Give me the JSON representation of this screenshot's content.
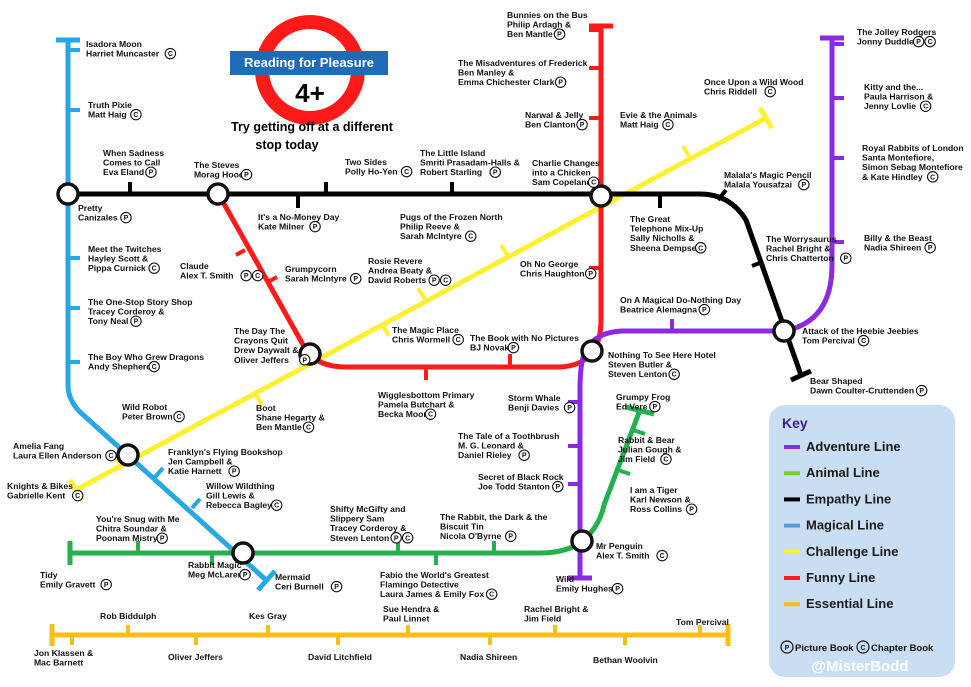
{
  "header": {
    "logo_label": "Reading for Pleasure",
    "age": "4+",
    "tagline_1": "Try getting off at a different",
    "tagline_2": "stop today"
  },
  "colors": {
    "adventure": "#8a2be2",
    "animal": "#22b14c",
    "empathy": "#000000",
    "magical": "#29a6e6",
    "challenge": "#ffef33",
    "funny": "#ff1a1a",
    "essential": "#f7bf17",
    "key_bg": "#c9def2"
  },
  "key": {
    "heading": "Key",
    "lines": [
      {
        "name": "Adventure Line",
        "color": "#8a2be2"
      },
      {
        "name": "Animal Line",
        "color": "#7ccf2e"
      },
      {
        "name": "Empathy Line",
        "color": "#000000"
      },
      {
        "name": "Magical Line",
        "color": "#5b9bd5"
      },
      {
        "name": "Challenge Line",
        "color": "#ffef33"
      },
      {
        "name": "Funny Line",
        "color": "#ff1a1a"
      },
      {
        "name": "Essential Line",
        "color": "#f7bf17"
      }
    ],
    "picture_mark": "P",
    "picture_label": "Picture Book",
    "chapter_mark": "C",
    "chapter_label": "Chapter Book",
    "handle": "@MisterBodd"
  },
  "stations": [
    {
      "id": "isadora",
      "lines": [
        "Isadora Moon",
        "Harriet Muncaster"
      ],
      "mark": "C"
    },
    {
      "id": "truth-pixie",
      "lines": [
        "Truth Pixie",
        "Matt Haig"
      ],
      "mark": "C"
    },
    {
      "id": "pretty",
      "lines": [
        "Pretty",
        "Canizales"
      ],
      "mark": "P"
    },
    {
      "id": "twitches",
      "lines": [
        "Meet the Twitches",
        "Hayley Scott &",
        "Pippa Curnick"
      ],
      "mark": "C"
    },
    {
      "id": "one-stop",
      "lines": [
        "The One-Stop Story Shop",
        "Tracey Corderoy &",
        "Tony Neal"
      ],
      "mark": "P"
    },
    {
      "id": "dragons",
      "lines": [
        "The Boy Who Grew Dragons",
        "Andy Shepherd"
      ],
      "mark": "C"
    },
    {
      "id": "wild-robot",
      "lines": [
        "Wild Robot",
        "Peter Brown"
      ],
      "mark": "C"
    },
    {
      "id": "amelia",
      "lines": [
        "Amelia Fang",
        "Laura Ellen Anderson"
      ],
      "mark": "C"
    },
    {
      "id": "knights",
      "lines": [
        "Knights & Bikes",
        "Gabrielle Kent"
      ],
      "mark": "C"
    },
    {
      "id": "franklin",
      "lines": [
        "Franklyn's Flying Bookshop",
        "Jen Campbell &",
        "Katie Harnett"
      ],
      "mark": "P"
    },
    {
      "id": "willow",
      "lines": [
        "Willow Wildthing",
        "Gill Lewis &",
        "Rebecca Bagley"
      ],
      "mark": "C"
    },
    {
      "id": "snug",
      "lines": [
        "You're Snug with Me",
        "Chitra Soundar &",
        "Poonam Mistry"
      ],
      "mark": "P"
    },
    {
      "id": "tidy",
      "lines": [
        "Tidy",
        "Emily Gravett"
      ],
      "mark": "P"
    },
    {
      "id": "rabbit-magic",
      "lines": [
        "Rabbit Magic",
        "Meg McLaren"
      ],
      "mark": "P"
    },
    {
      "id": "mermaid",
      "lines": [
        "Mermaid",
        "Ceri Burnell"
      ],
      "mark": "P"
    },
    {
      "id": "sadness",
      "lines": [
        "When Sadness",
        "Comes to Call",
        "Eva Eland"
      ],
      "mark": "P"
    },
    {
      "id": "steves",
      "lines": [
        "The Steves",
        "Morag Hood"
      ],
      "mark": "P"
    },
    {
      "id": "two-sides",
      "lines": [
        "Two Sides",
        "Polly Ho-Yen"
      ],
      "mark": "C"
    },
    {
      "id": "little-island",
      "lines": [
        "The Little Island",
        "Smriti Prasadam-Halls &",
        "Robert Starling"
      ],
      "mark": "P"
    },
    {
      "id": "charlie",
      "lines": [
        "Charlie Changes",
        "into a Chicken",
        "Sam Copeland"
      ],
      "mark": "C"
    },
    {
      "id": "no-money",
      "lines": [
        "It's a No-Money Day",
        "Kate Milner"
      ],
      "mark": "P"
    },
    {
      "id": "pugs",
      "lines": [
        "Pugs of the Frozen North",
        "Philip Reeve &",
        "Sarah McIntyre"
      ],
      "mark": "C"
    },
    {
      "id": "claude",
      "lines": [
        "Claude",
        "Alex T. Smith"
      ],
      "mark": "PC"
    },
    {
      "id": "grumpycorn",
      "lines": [
        "Grumpycorn",
        "Sarah McIntyre"
      ],
      "mark": "P"
    },
    {
      "id": "rosie",
      "lines": [
        "Rosie Revere",
        "Andrea Beaty &",
        "David Roberts"
      ],
      "mark": "PC"
    },
    {
      "id": "magic-place",
      "lines": [
        "The Magic Place",
        "Chris Wormell"
      ],
      "mark": "C"
    },
    {
      "id": "crayons",
      "lines": [
        "The Day The",
        "Crayons Quit",
        "Drew Daywalt &",
        "Oliver Jeffers"
      ],
      "mark": "P"
    },
    {
      "id": "boot",
      "lines": [
        "Boot",
        "Shane Hegarty &",
        "Ben Mantle"
      ],
      "mark": "C"
    },
    {
      "id": "wigglesbottom",
      "lines": [
        "Wigglesbottom Primary",
        "Pamela Butchart &",
        "Becka Moor"
      ],
      "mark": "C"
    },
    {
      "id": "no-pictures",
      "lines": [
        "The Book with No Pictures",
        "BJ Novak"
      ],
      "mark": "P"
    },
    {
      "id": "oh-no-george",
      "lines": [
        "Oh No George",
        "Chris Haughton"
      ],
      "mark": "P"
    },
    {
      "id": "bunnies",
      "lines": [
        "Bunnies on the Bus",
        "Philip Ardagh &",
        "Ben Mantle"
      ],
      "mark": "P"
    },
    {
      "id": "frederick",
      "lines": [
        "The Misadventures of Frederick",
        "Ben Manley &",
        "Emma Chichester Clark"
      ],
      "mark": "P"
    },
    {
      "id": "narwal",
      "lines": [
        "Narwal & Jelly",
        "Ben Clanton"
      ],
      "mark": "P"
    },
    {
      "id": "evie",
      "lines": [
        "Evie & the Animals",
        "Matt Haig"
      ],
      "mark": "C"
    },
    {
      "id": "wild-wood",
      "lines": [
        "Once Upon a Wild Wood",
        "Chris Riddell"
      ],
      "mark": "C"
    },
    {
      "id": "malala",
      "lines": [
        "Malala's Magic Pencil",
        "Malala Yousafzai"
      ],
      "mark": "P"
    },
    {
      "id": "telephone",
      "lines": [
        "The Great",
        "Telephone Mix-Up",
        "Sally Nicholls &",
        "Sheena Dempsey"
      ],
      "mark": "C"
    },
    {
      "id": "worrysaurus",
      "lines": [
        "The Worrysaurus",
        "Rachel Bright &",
        "Chris Chatterton"
      ],
      "mark": "P"
    },
    {
      "id": "do-nothing",
      "lines": [
        "On A Magical Do-Nothing Day",
        "Beatrice Alemagna"
      ],
      "mark": "P"
    },
    {
      "id": "heebie",
      "lines": [
        "Attack of the Heebie Jeebies",
        "Tom Percival"
      ],
      "mark": "C"
    },
    {
      "id": "bear-shaped",
      "lines": [
        "Bear Shaped",
        "Dawn Coulter-Cruttenden"
      ],
      "mark": "P"
    },
    {
      "id": "jolley",
      "lines": [
        "The Jolley Rodgers",
        "Jonny Duddle"
      ],
      "mark": "PC"
    },
    {
      "id": "kitty",
      "lines": [
        "Kitty and the...",
        "Paula Harrison &",
        "Jenny Lovlie"
      ],
      "mark": "C"
    },
    {
      "id": "royal-rabbits",
      "lines": [
        "Royal Rabbits of London",
        "Santa Montefiore,",
        "Simon Sebag Montefiore",
        "& Kate Hindley"
      ],
      "mark": "C"
    },
    {
      "id": "billy",
      "lines": [
        "Billy & the Beast",
        "Nadia Shireen"
      ],
      "mark": "P"
    },
    {
      "id": "nothing-to-see",
      "lines": [
        "Nothing To See Here Hotel",
        "Steven Butler &",
        "Steven Lenton"
      ],
      "mark": "C"
    },
    {
      "id": "storm-whale",
      "lines": [
        "Storm Whale",
        "Benji Davies"
      ],
      "mark": "P"
    },
    {
      "id": "toothbrush",
      "lines": [
        "The Tale of a Toothbrush",
        "M. G. Leonard &",
        "Daniel Rieley"
      ],
      "mark": "P"
    },
    {
      "id": "black-rock",
      "lines": [
        "Secret of Black Rock",
        "Joe Todd Stanton"
      ],
      "mark": "P"
    },
    {
      "id": "biscuit",
      "lines": [
        "The Rabbit, the Dark & the",
        "Biscuit Tin",
        "Nicola O'Byrne"
      ],
      "mark": "P"
    },
    {
      "id": "shifty",
      "lines": [
        "Shifty McGifty and",
        "Slippery Sam",
        "Tracey Corderoy &",
        "Steven Lenton"
      ],
      "mark": "PC"
    },
    {
      "id": "fabio",
      "lines": [
        "Fabio the World's Greatest",
        "Flamingo Detective",
        "Laura James & Emily Fox"
      ],
      "mark": "C"
    },
    {
      "id": "mr-penguin",
      "lines": [
        "Mr Penguin",
        "Alex T. Smith"
      ],
      "mark": "C"
    },
    {
      "id": "wild",
      "lines": [
        "Wild",
        "Emily Hughes"
      ],
      "mark": "P"
    },
    {
      "id": "grumpy-frog",
      "lines": [
        "Grumpy Frog",
        "Ed Vere"
      ],
      "mark": "P"
    },
    {
      "id": "rabbit-bear",
      "lines": [
        "Rabbit & Bear",
        "Julian Gough &",
        "Jim Field"
      ],
      "mark": "C"
    },
    {
      "id": "tiger",
      "lines": [
        "I am a Tiger",
        "Karl Newson &",
        "Ross Collins"
      ],
      "mark": "P"
    }
  ],
  "essential": [
    {
      "id": "klassen",
      "lines": [
        "Jon Klassen &",
        "Mac Barnett"
      ]
    },
    {
      "id": "biddulph",
      "lines": [
        "Rob Biddulph"
      ]
    },
    {
      "id": "jeffers",
      "lines": [
        "Oliver Jeffers"
      ]
    },
    {
      "id": "gray",
      "lines": [
        "Kes Gray"
      ]
    },
    {
      "id": "litchfield",
      "lines": [
        "David Litchfield"
      ]
    },
    {
      "id": "hendra",
      "lines": [
        "Sue Hendra &",
        "Paul Linnet"
      ]
    },
    {
      "id": "shireen",
      "lines": [
        "Nadia Shireen"
      ]
    },
    {
      "id": "bright",
      "lines": [
        "Rachel Bright &",
        "Jim Field"
      ]
    },
    {
      "id": "woolvin",
      "lines": [
        "Bethan Woolvin"
      ]
    },
    {
      "id": "percival",
      "lines": [
        "Tom Percival"
      ]
    }
  ]
}
